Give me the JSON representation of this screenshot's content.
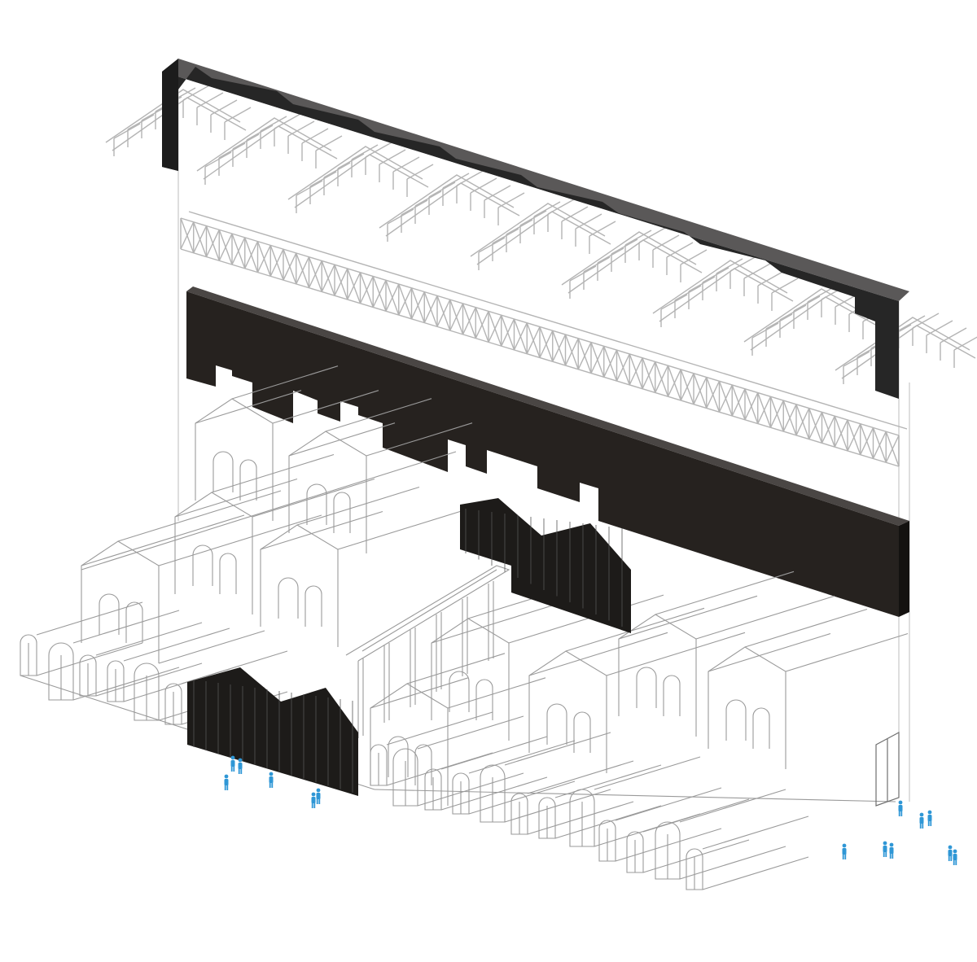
{
  "colors": {
    "background": "#ffffff",
    "roof_band_face": "#262626",
    "roof_band_top": "#5a5858",
    "wall_band": "#26221f",
    "wall_band_shade": "#1a1816",
    "line": "#9a9a9a",
    "line_dark": "#6f6f6f",
    "truss": "#b4b4b4",
    "screen": "#1d1b19",
    "figure": "#2f97d6"
  },
  "layers": [
    {
      "id": "roof",
      "name": "roof-structure-layer"
    },
    {
      "id": "truss",
      "name": "lattice-girder-layer"
    },
    {
      "id": "wall",
      "name": "clerestory-wall-layer"
    },
    {
      "id": "ground",
      "name": "ground-floor-halls-layer"
    },
    {
      "id": "people",
      "name": "scale-figures-layer"
    }
  ]
}
